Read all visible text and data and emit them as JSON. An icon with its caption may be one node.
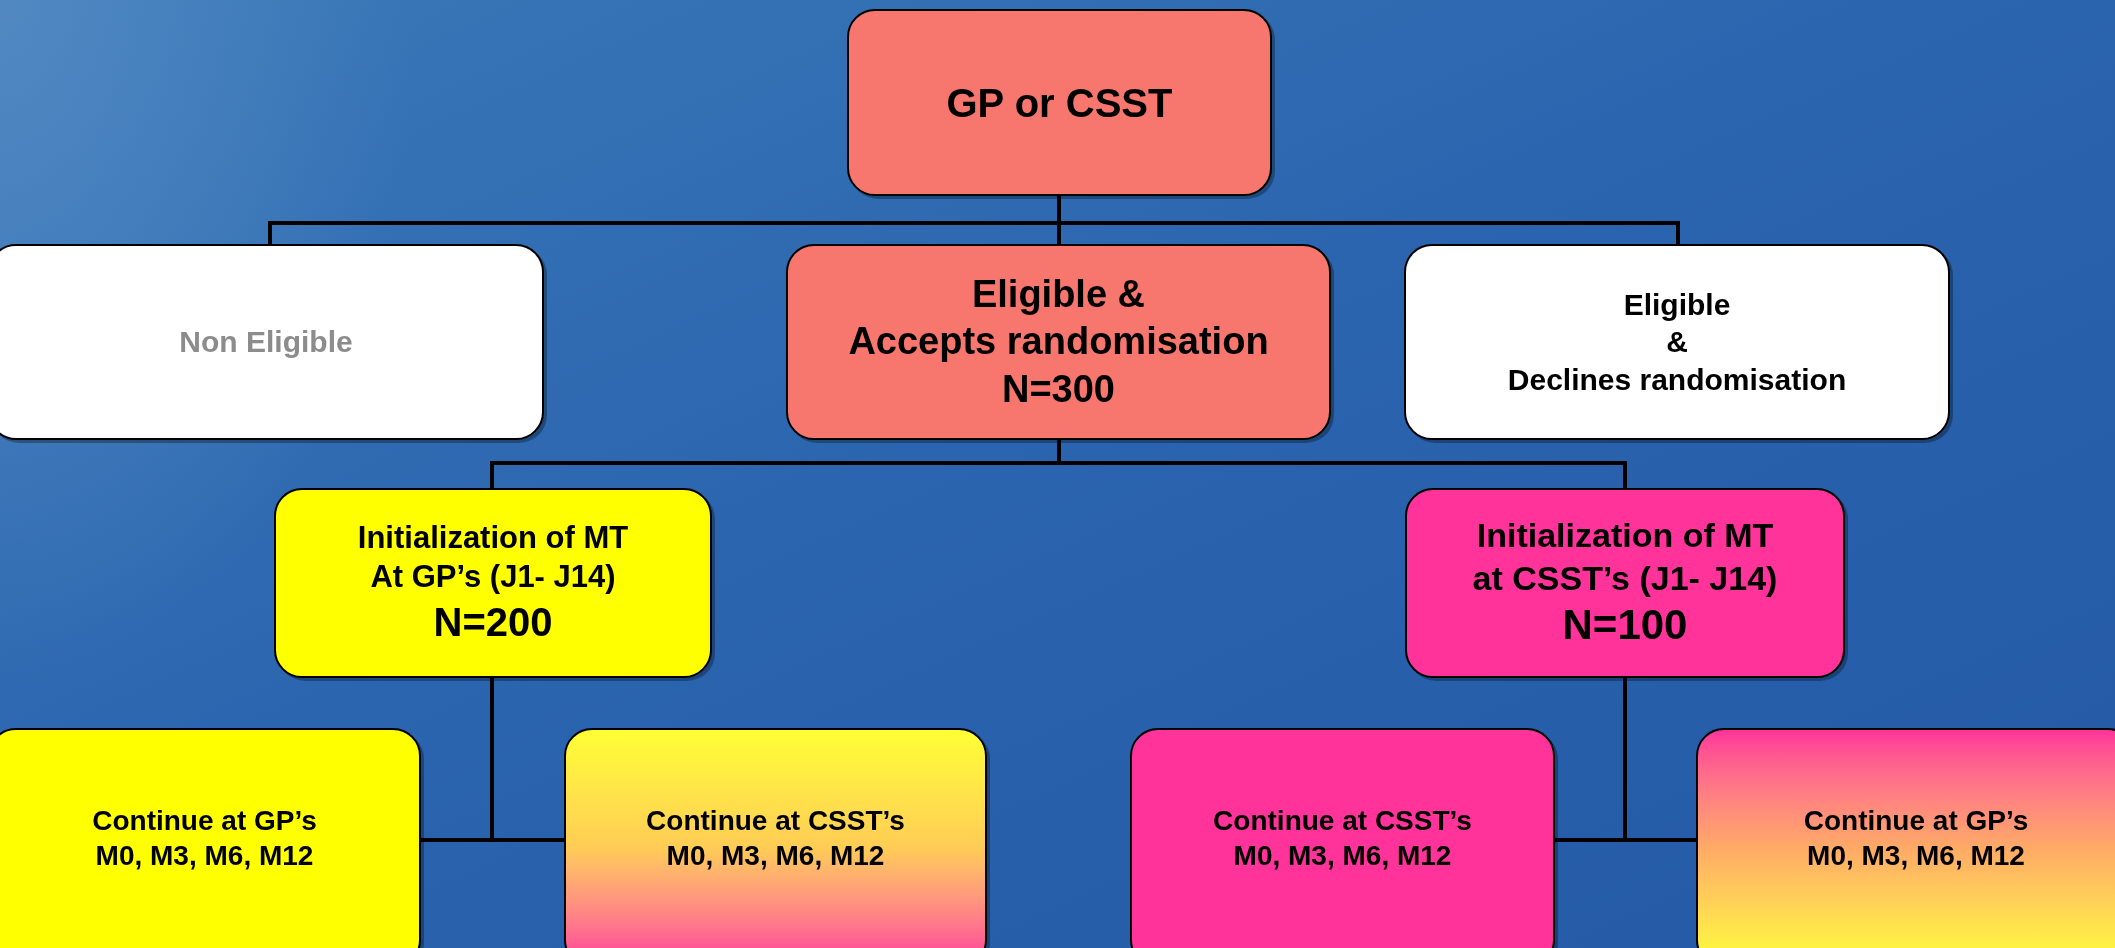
{
  "diagram": {
    "nodes": [
      {
        "text": [
          "GP or CSST"
        ]
      },
      {
        "text": [
          "Non Eligible"
        ]
      },
      {
        "text": [
          "Eligible &",
          "Accepts randomisation",
          "N=300"
        ]
      },
      {
        "text": [
          "Eligible",
          "&",
          "Declines randomisation"
        ]
      },
      {
        "text": [
          "Initialization of MT",
          "At GP’s (J1- J14)",
          "N=200"
        ]
      },
      {
        "text": [
          "Initialization of MT",
          "at CSST’s (J1- J14)",
          "N=100"
        ]
      },
      {
        "text": [
          "Continue at GP’s",
          "M0, M3, M6, M12"
        ]
      },
      {
        "text": [
          "Continue at CSST’s",
          "M0, M3, M6, M12"
        ]
      },
      {
        "text": [
          "Continue at CSST’s",
          "M0, M3, M6, M12"
        ]
      },
      {
        "text": [
          "Continue at GP’s",
          "M0, M3, M6, M12"
        ]
      }
    ],
    "edges": [
      {
        "from": 0,
        "to": 1,
        "arrow": "none"
      },
      {
        "from": 0,
        "to": 2,
        "arrow": "none"
      },
      {
        "from": 0,
        "to": 3,
        "arrow": "none"
      },
      {
        "from": 2,
        "to": 4,
        "arrow": "none"
      },
      {
        "from": 2,
        "to": 5,
        "arrow": "none"
      },
      {
        "from": 4,
        "to": 6,
        "arrow": "none"
      },
      {
        "from": 4,
        "to": 7,
        "arrow": "none"
      },
      {
        "from": 5,
        "to": 8,
        "arrow": "none"
      },
      {
        "from": 5,
        "to": 9,
        "arrow": "none"
      }
    ]
  }
}
